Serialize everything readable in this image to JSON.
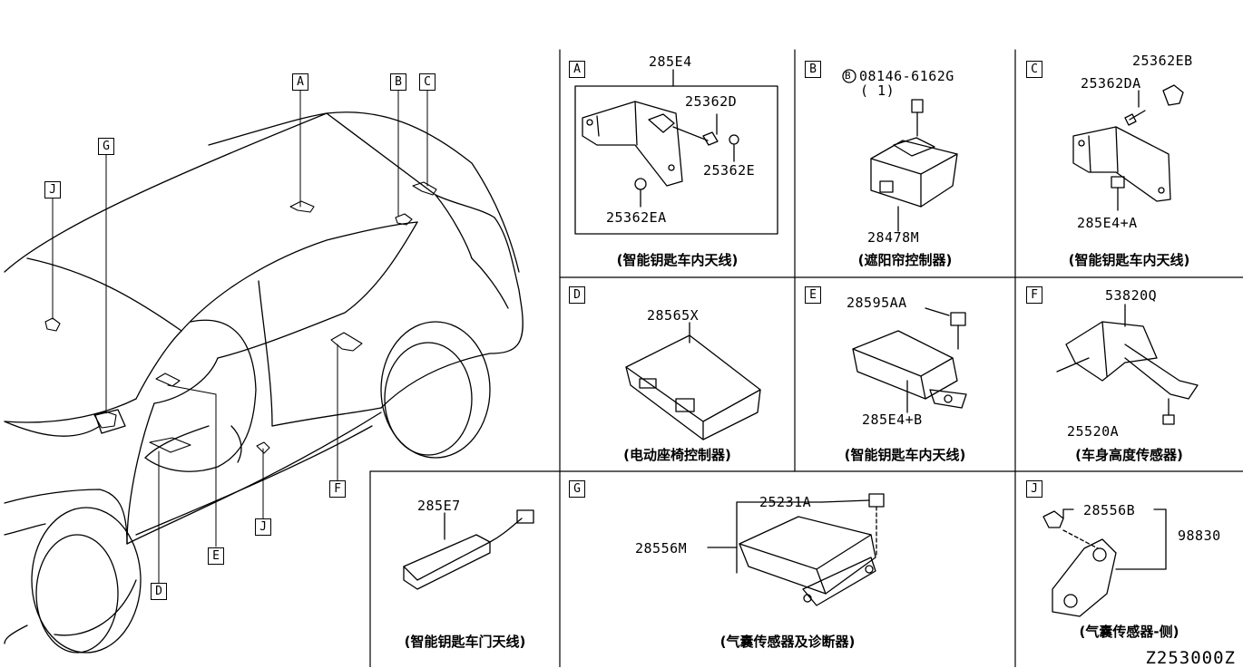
{
  "diagram_code": "Z253000Z",
  "car_callouts": [
    "A",
    "B",
    "C",
    "G",
    "J",
    "E",
    "F",
    "J",
    "D"
  ],
  "panels": [
    {
      "letter": "A",
      "caption": "(智能钥匙车内天线)",
      "parts": [
        "285E4",
        "25362D",
        "25362E",
        "25362EA"
      ]
    },
    {
      "letter": "B",
      "caption": "(遮阳帘控制器)",
      "parts": [
        "08146-6162G",
        "( 1)",
        "28478M"
      ],
      "bolt_prefix": "B"
    },
    {
      "letter": "C",
      "caption": "(智能钥匙车内天线)",
      "parts": [
        "25362EB",
        "25362DA",
        "285E4+A"
      ]
    },
    {
      "letter": "D",
      "caption": "(电动座椅控制器)",
      "parts": [
        "28565X"
      ]
    },
    {
      "letter": "E",
      "caption": "(智能钥匙车内天线)",
      "parts": [
        "28595AA",
        "285E4+B"
      ]
    },
    {
      "letter": "F",
      "caption": "(车身高度传感器)",
      "parts": [
        "53820Q",
        "25520A"
      ]
    },
    {
      "letter": "",
      "caption": "(智能钥匙车门天线)",
      "parts": [
        "285E7"
      ]
    },
    {
      "letter": "G",
      "caption": "(气囊传感器及诊断器)",
      "parts": [
        "25231A",
        "28556M"
      ]
    },
    {
      "letter": "J",
      "caption": "(气囊传感器-侧)",
      "parts": [
        "28556B",
        "98830"
      ]
    }
  ]
}
